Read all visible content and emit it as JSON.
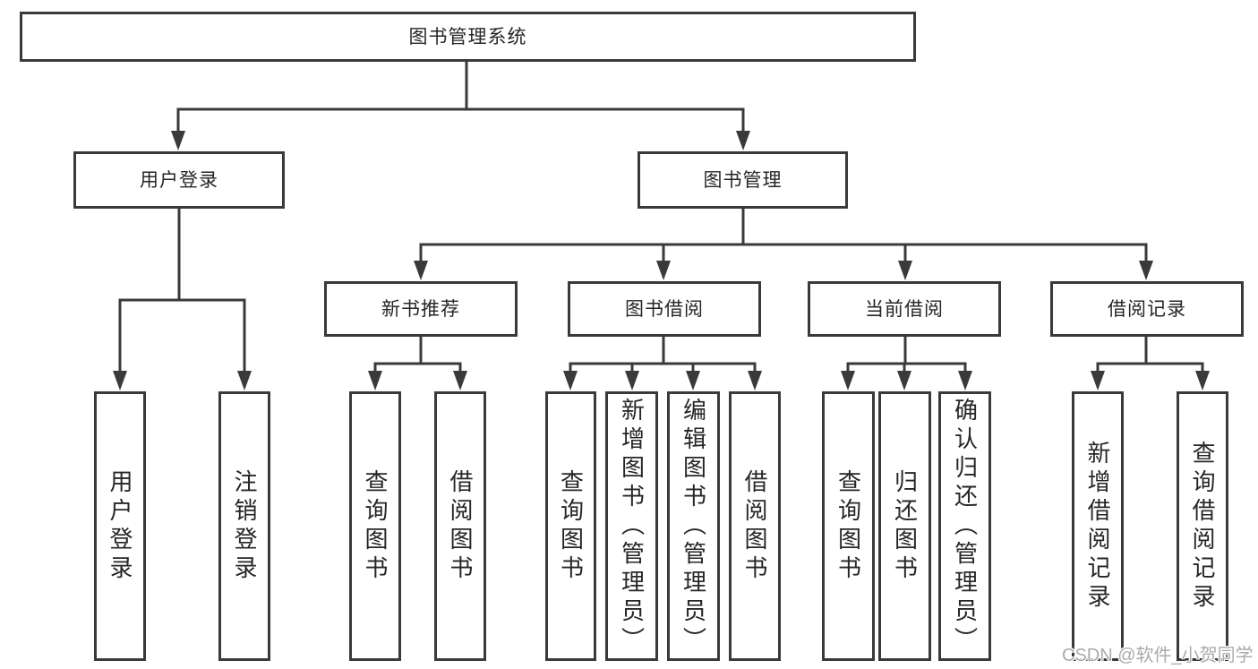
{
  "tree": {
    "root": {
      "label": "图书管理系统",
      "children": [
        {
          "label": "用户登录",
          "children": [
            {
              "label": "用户登录"
            },
            {
              "label": "注销登录"
            }
          ]
        },
        {
          "label": "图书管理",
          "children": [
            {
              "label": "新书推荐",
              "children": [
                {
                  "label": "查询图书"
                },
                {
                  "label": "借阅图书"
                }
              ]
            },
            {
              "label": "图书借阅",
              "children": [
                {
                  "label": "查询图书"
                },
                {
                  "label": "新增图书（管理员）"
                },
                {
                  "label": "编辑图书（管理员）"
                },
                {
                  "label": "借阅图书"
                }
              ]
            },
            {
              "label": "当前借阅",
              "children": [
                {
                  "label": "查询图书"
                },
                {
                  "label": "归还图书"
                },
                {
                  "label": "确认归还（管理员）"
                }
              ]
            },
            {
              "label": "借阅记录",
              "children": [
                {
                  "label": "新增借阅记录"
                },
                {
                  "label": "查询借阅记录"
                }
              ]
            }
          ]
        }
      ]
    }
  },
  "watermark": {
    "text": "CSDN @软件_小贺同学"
  },
  "colors": {
    "line": "#3a3a3a",
    "text": "#262626",
    "watermark": "#ababab",
    "background": "#ffffff"
  }
}
